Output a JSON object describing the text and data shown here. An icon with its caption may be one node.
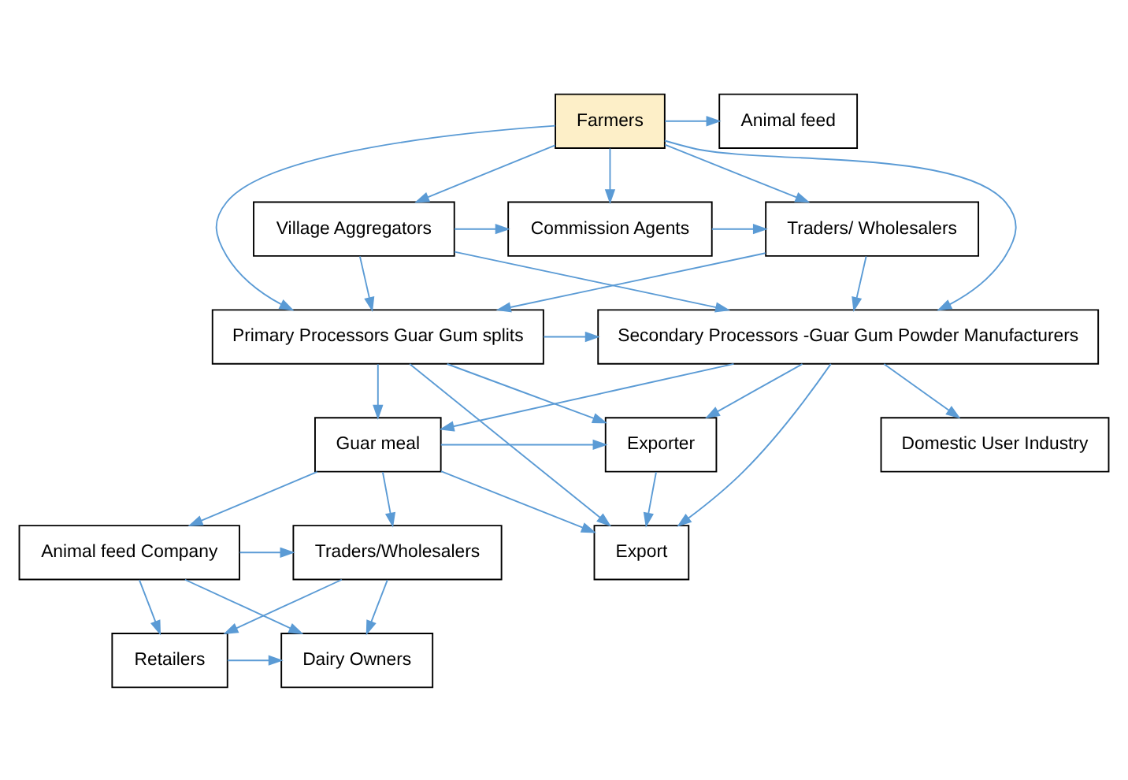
{
  "diagram": {
    "nodes": [
      {
        "text": [
          "Farmers"
        ]
      },
      {
        "text": [
          "Animal feed"
        ]
      },
      {
        "text": [
          "Village Aggregators"
        ]
      },
      {
        "text": [
          "Commission Agents"
        ]
      },
      {
        "text": [
          "Traders/ Wholesalers"
        ]
      },
      {
        "text": [
          "Primary Processors Guar Gum splits"
        ]
      },
      {
        "text": [
          "Secondary Processors -Guar Gum Powder Manufacturers"
        ]
      },
      {
        "text": [
          "Domestic User Industry"
        ]
      },
      {
        "text": [
          "Exporter"
        ]
      },
      {
        "text": [
          "Guar meal"
        ]
      },
      {
        "text": [
          "Export"
        ]
      },
      {
        "text": [
          "Traders/Wholesalers"
        ]
      },
      {
        "text": [
          "Animal feed Company"
        ]
      },
      {
        "text": [
          "Retailers"
        ]
      },
      {
        "text": [
          "Dairy Owners"
        ]
      }
    ],
    "edges": [
      {
        "from": 0,
        "to": 1,
        "arrow": "to"
      },
      {
        "from": 0,
        "to": 2,
        "arrow": "to"
      },
      {
        "from": 0,
        "to": 5,
        "arrow": "to"
      },
      {
        "from": 0,
        "to": 3,
        "arrow": "to"
      },
      {
        "from": 0,
        "to": 4,
        "arrow": "to"
      },
      {
        "from": 0,
        "to": 6,
        "arrow": "to"
      },
      {
        "from": 2,
        "to": 3,
        "arrow": "to"
      },
      {
        "from": 3,
        "to": 4,
        "arrow": "to"
      },
      {
        "from": 2,
        "to": 5,
        "arrow": "to"
      },
      {
        "from": 2,
        "to": 6,
        "arrow": "to"
      },
      {
        "from": 4,
        "to": 5,
        "arrow": "to"
      },
      {
        "from": 4,
        "to": 6,
        "arrow": "to"
      },
      {
        "from": 5,
        "to": 6,
        "arrow": "to"
      },
      {
        "from": 5,
        "to": 8,
        "arrow": "to"
      },
      {
        "from": 5,
        "to": 10,
        "arrow": "to"
      },
      {
        "from": 5,
        "to": 9,
        "arrow": "to"
      },
      {
        "from": 6,
        "to": 7,
        "arrow": "to"
      },
      {
        "from": 6,
        "to": 9,
        "arrow": "to"
      },
      {
        "from": 6,
        "to": 8,
        "arrow": "to"
      },
      {
        "from": 6,
        "to": 10,
        "arrow": "to"
      },
      {
        "from": 9,
        "to": 8,
        "arrow": "to"
      },
      {
        "from": 9,
        "to": 10,
        "arrow": "to"
      },
      {
        "from": 9,
        "to": 11,
        "arrow": "to"
      },
      {
        "from": 9,
        "to": 12,
        "arrow": "to"
      },
      {
        "from": 8,
        "to": 10,
        "arrow": "to"
      },
      {
        "from": 12,
        "to": 11,
        "arrow": "to"
      },
      {
        "from": 12,
        "to": 13,
        "arrow": "to"
      },
      {
        "from": 12,
        "to": 14,
        "arrow": "to"
      },
      {
        "from": 11,
        "to": 13,
        "arrow": "to"
      },
      {
        "from": 11,
        "to": 14,
        "arrow": "to"
      },
      {
        "from": 13,
        "to": 14,
        "arrow": "to"
      }
    ]
  }
}
